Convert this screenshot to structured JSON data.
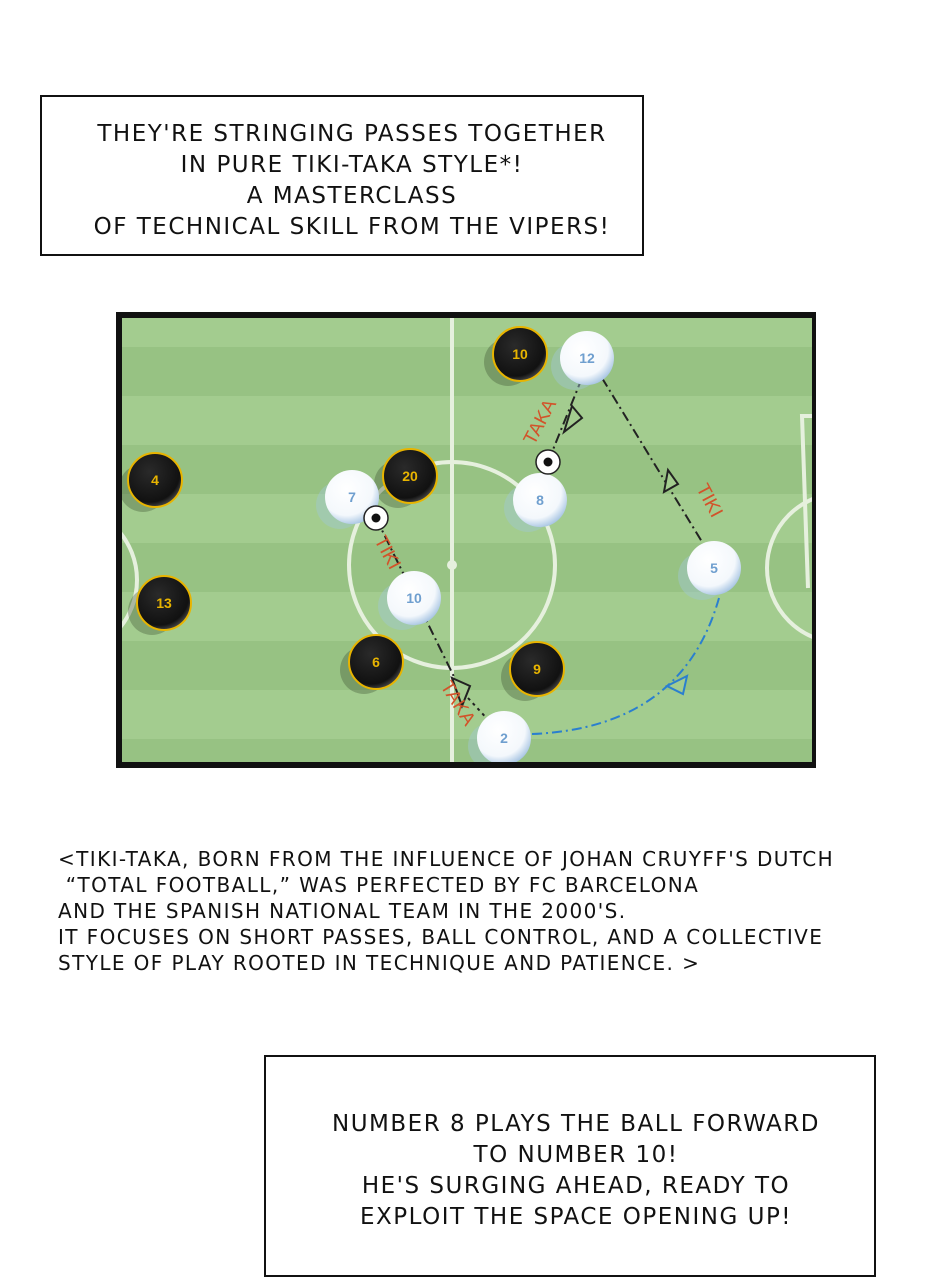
{
  "top_caption": {
    "lines": [
      "They're stringing passes together",
      "in pure tiki-taka style*!",
      "A masterclass",
      "of technical skill from the Vipers!"
    ]
  },
  "field": {
    "colors": {
      "grass_light": "#a3cc8f",
      "grass_dark": "#97c283",
      "line": "#e6f0de",
      "home": "#ffffff",
      "home_text": "#6f9fcf",
      "away": "#151515",
      "away_text": "#e8b400",
      "label": "#d2532a",
      "pass": "#222222",
      "run": "#2a7fcf"
    },
    "away_players": [
      "4",
      "13",
      "20",
      "10",
      "6",
      "9"
    ],
    "home_players": [
      "7",
      "12",
      "8",
      "10",
      "5",
      "2"
    ],
    "labels": [
      "TAKA",
      "TIKI",
      "TIKI",
      "TAKA"
    ]
  },
  "footnote": {
    "lines": [
      "<Tiki-taka, born from the influence of Johan Cruyff's Dutch",
      " “Total Football,” was perfected by FC Barcelona",
      "and the Spanish national team in the 2000's.",
      "It focuses on short passes, ball control, and a collective",
      "style of play rooted in technique and patience. >"
    ]
  },
  "bottom_caption": {
    "lines": [
      "Number 8 plays the ball forward",
      "to Number 10!",
      "He's surging ahead, ready to",
      "exploit the space opening up!"
    ]
  }
}
